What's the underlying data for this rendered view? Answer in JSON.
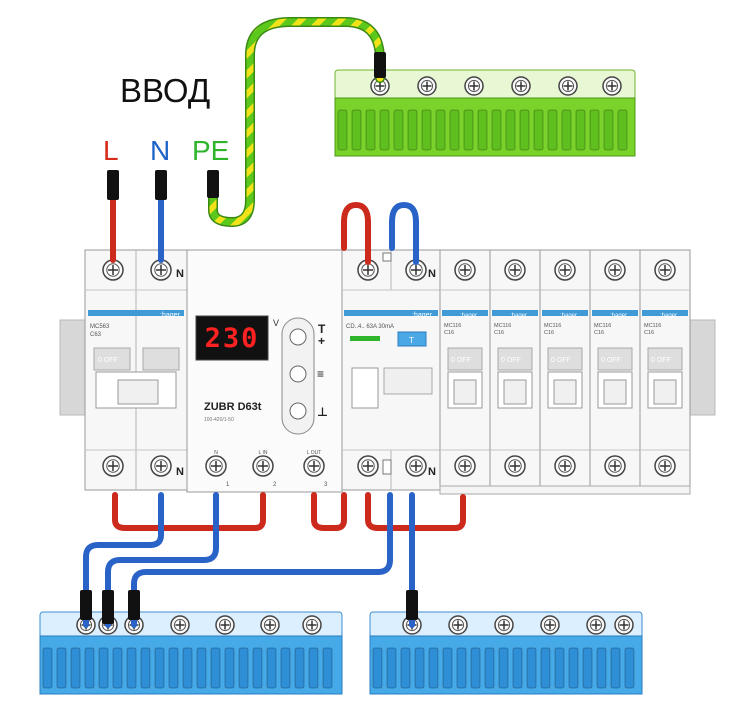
{
  "labels": {
    "input_title": "ВВОД",
    "phase": "L",
    "neutral": "N",
    "earth": "PE"
  },
  "breaker_main": {
    "brand": ":hager",
    "model": "MC563",
    "rating": "C63",
    "state": "0 OFF",
    "neutral_mark": "N"
  },
  "relay": {
    "display_value": "230",
    "unit": "V",
    "name": "ZUBR D63t",
    "part": "100-420/1-50",
    "btn_up": "T",
    "btn_plus": "+",
    "btn_menu": "≡",
    "btn_down": "⊥",
    "terminals": [
      {
        "label": "N",
        "num": "1"
      },
      {
        "label": "L IN",
        "num": "2"
      },
      {
        "label": "L OUT",
        "num": "3"
      }
    ]
  },
  "rcd": {
    "brand": ":hager",
    "model": "CD..4.. 63A 30mA",
    "test": "T",
    "neutral_mark": "N"
  },
  "breakers": [
    {
      "brand": ":hager",
      "model": "MC116",
      "rating": "C16",
      "state": "0 OFF"
    },
    {
      "brand": ":hager",
      "model": "MC116",
      "rating": "C16",
      "state": "0 OFF"
    },
    {
      "brand": ":hager",
      "model": "MC116",
      "rating": "C16",
      "state": "0 OFF"
    },
    {
      "brand": ":hager",
      "model": "MC116",
      "rating": "C16",
      "state": "0 OFF"
    },
    {
      "brand": ":hager",
      "model": "MC116",
      "rating": "C16",
      "state": "0 OFF"
    }
  ],
  "colors": {
    "phase": "#cc2a1c",
    "neutral": "#2a63c7",
    "earth_green": "#5cc81c",
    "earth_yellow": "#f2e21a",
    "bus_blue": "#46a9e8",
    "bus_green": "#7ad32a",
    "lcd_digits": "#ff2222",
    "label_phase": "#d92b1c",
    "label_neutral": "#1e63c8",
    "label_earth": "#2fb52c"
  }
}
